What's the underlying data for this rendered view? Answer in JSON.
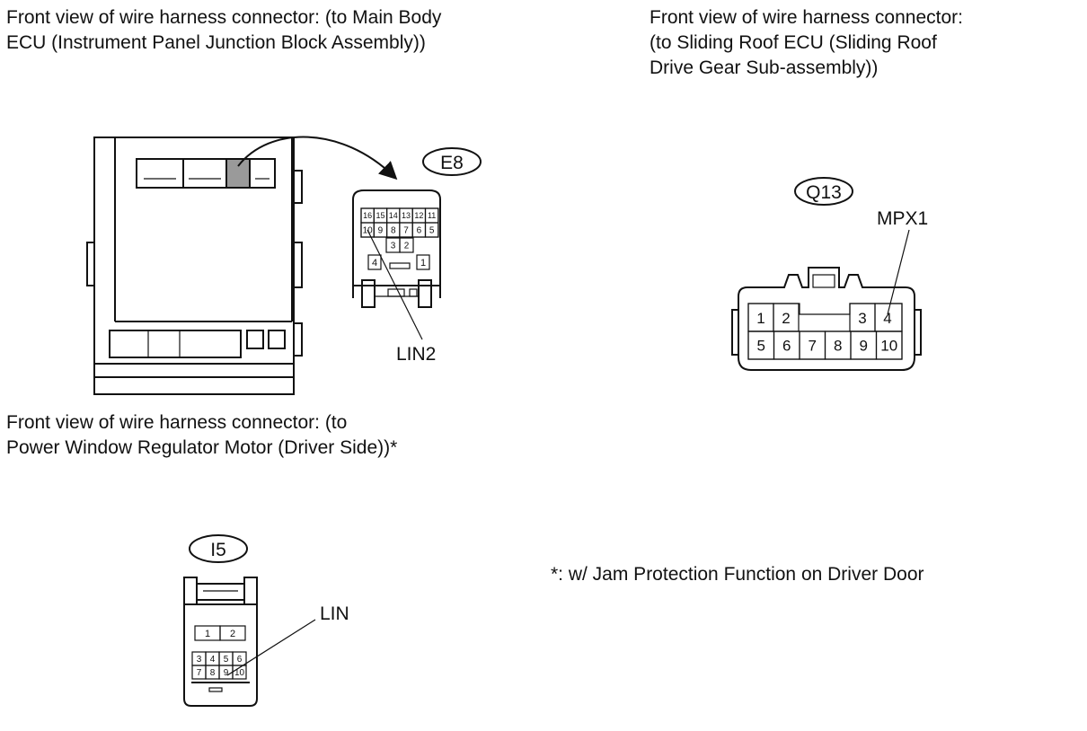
{
  "captions": {
    "main_body_ecu": [
      "Front view of wire harness connector: (to Main Body",
      "ECU (Instrument Panel Junction Block Assembly))"
    ],
    "sliding_roof_ecu": [
      "Front view of wire harness connector:",
      "(to Sliding Roof ECU (Sliding Roof",
      "Drive Gear Sub-assembly))"
    ],
    "power_window_motor": [
      "Front view of wire harness connector: (to",
      "Power Window Regulator Motor (Driver Side))*"
    ],
    "footnote": "*: w/ Jam Protection Function on Driver Door"
  },
  "connectors": {
    "e8": {
      "id": "E8",
      "pins_row1": [
        "16",
        "15",
        "14",
        "13",
        "12",
        "11"
      ],
      "pins_row2": [
        "10",
        "9",
        "8",
        "7",
        "6",
        "5"
      ],
      "pins_row3": [
        "3",
        "2"
      ],
      "pin_left": "4",
      "pin_right": "1",
      "callout": "LIN2"
    },
    "q13": {
      "id": "Q13",
      "pins_top": [
        "1",
        "2",
        "3",
        "4"
      ],
      "pins_bottom": [
        "5",
        "6",
        "7",
        "8",
        "9",
        "10"
      ],
      "callout": "MPX1"
    },
    "i5": {
      "id": "I5",
      "pins_top": [
        "1",
        "2"
      ],
      "pins_row2": [
        "3",
        "4",
        "5",
        "6"
      ],
      "pins_row3": [
        "7",
        "8",
        "9",
        "10"
      ],
      "callout": "LIN"
    }
  }
}
